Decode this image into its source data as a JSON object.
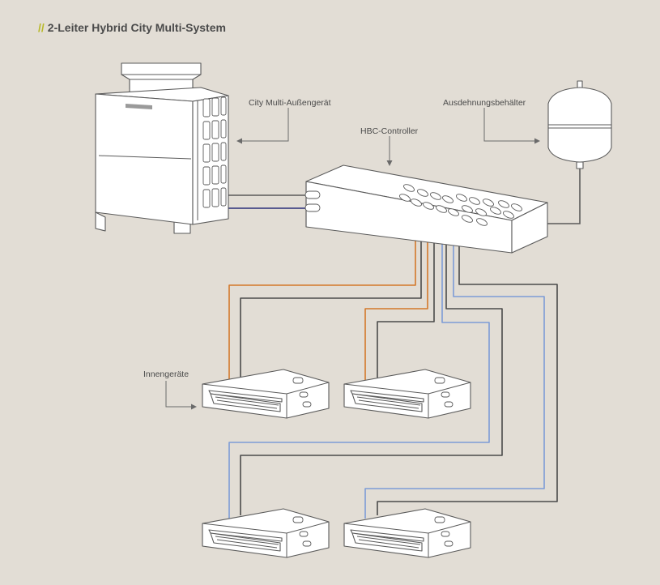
{
  "title": {
    "prefix": "//",
    "text": "2-Leiter Hybrid City Multi-System"
  },
  "labels": {
    "outdoor_unit": "City Multi-Außengerät",
    "hbc_controller": "HBC-Controller",
    "expansion_tank": "Ausdehnungsbehälter",
    "indoor_units": "Innengeräte"
  },
  "colors": {
    "background": "#e2ddd5",
    "accent_slash": "#b8b92a",
    "pipe_orange": "#d3782a",
    "pipe_blue": "#7d9cd6",
    "pipe_dark": "#4b4b4b",
    "refrigerant_line": "#2b2f7a"
  }
}
